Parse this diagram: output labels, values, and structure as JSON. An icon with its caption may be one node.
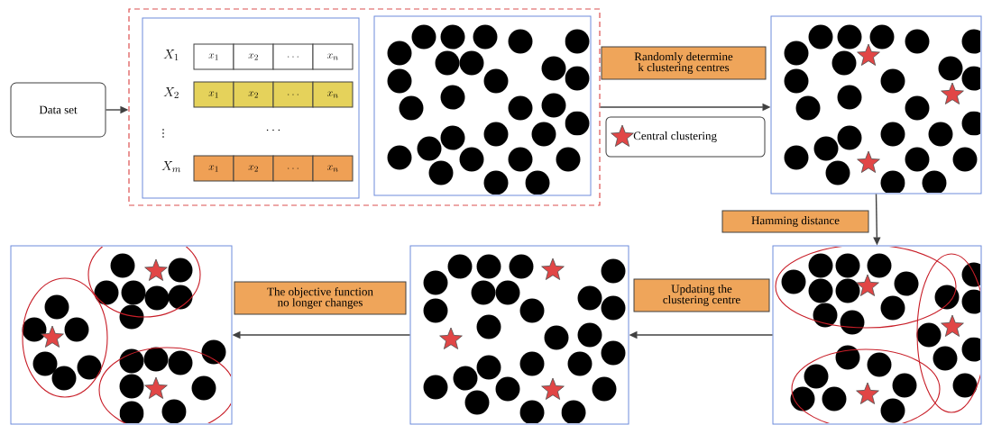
{
  "diagram": {
    "nodes": [
      {
        "text": [
          "Data set"
        ]
      },
      {
        "text": [],
        "shape": "box"
      },
      {
        "text": [],
        "shape": "box",
        "in": 1
      },
      {
        "text": [],
        "shape": "picture",
        "in": 1
      },
      {
        "text": [],
        "shape": "picture"
      },
      {
        "text": [],
        "shape": "picture"
      },
      {
        "text": [],
        "shape": "picture"
      },
      {
        "text": [],
        "shape": "picture"
      }
    ],
    "edges": [
      {
        "from": 0,
        "to": 1,
        "arrow": "to"
      },
      {
        "from": 1,
        "to": 4,
        "arrow": "to",
        "label": "Randomly determine k clustering centres"
      },
      {
        "from": 4,
        "to": 5,
        "arrow": "to",
        "label": "Hamming distance"
      },
      {
        "from": 5,
        "to": 6,
        "arrow": "to",
        "label": "Updating the clustering centre"
      },
      {
        "from": 6,
        "to": 7,
        "arrow": "to",
        "label": "The objective function no longer changes"
      }
    ],
    "labels": [
      "X_1",
      "x_1",
      "x_2",
      "\\ldots",
      "x_n",
      "X_2",
      "x_1",
      "x_2",
      "\\ldots",
      "x_n",
      "\\vdots",
      "\\cdots",
      "X_m",
      "x_1",
      "x_2",
      "\\ldots",
      "x_n"
    ],
    "legend": [
      {
        "text": "Central clustering"
      }
    ]
  }
}
